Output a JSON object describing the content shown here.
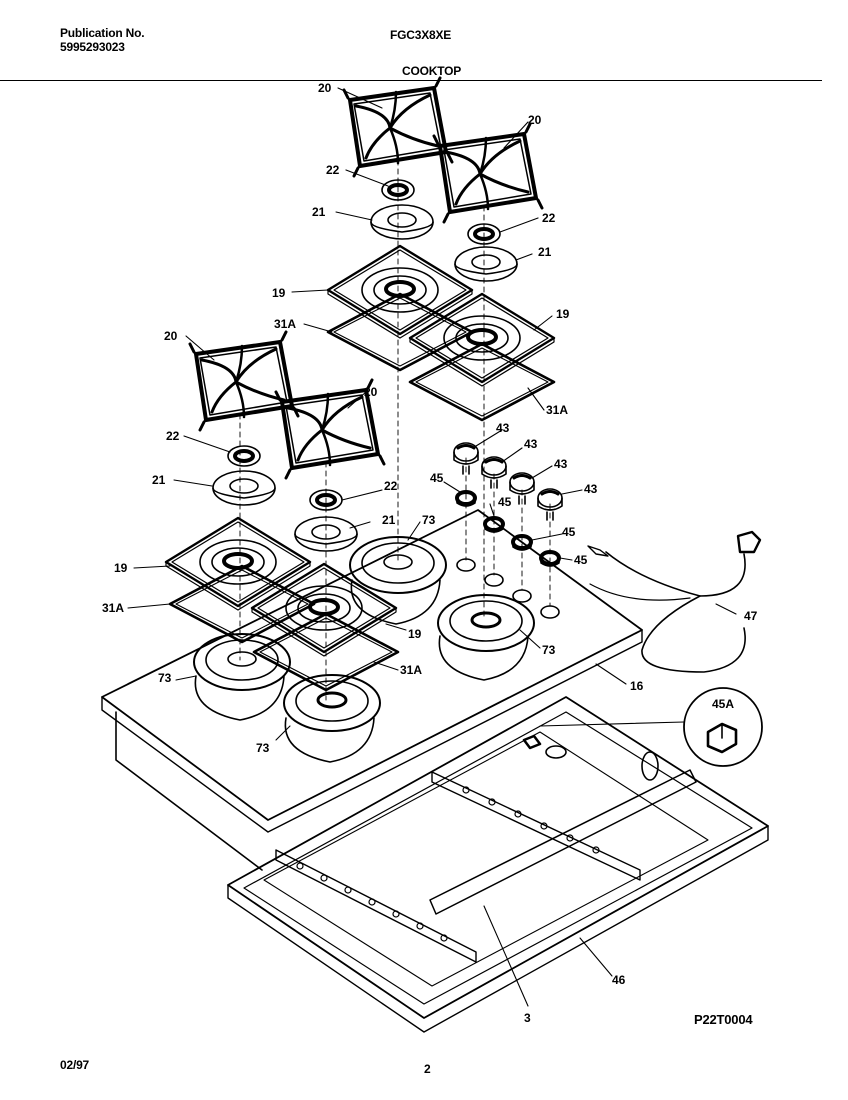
{
  "header": {
    "publication_label": "Publication No.",
    "publication_number": "5995293023",
    "model": "FGC3X8XE",
    "section": "COOKTOP"
  },
  "footer": {
    "date": "02/97",
    "page": "2",
    "figure_id": "P22T0004"
  },
  "callouts": [
    {
      "label": "20"
    },
    {
      "label": "20"
    },
    {
      "label": "22"
    },
    {
      "label": "22"
    },
    {
      "label": "21"
    },
    {
      "label": "21"
    },
    {
      "label": "19"
    },
    {
      "label": "19"
    },
    {
      "label": "31A"
    },
    {
      "label": "31A"
    },
    {
      "label": "20"
    },
    {
      "label": "20"
    },
    {
      "label": "22"
    },
    {
      "label": "22"
    },
    {
      "label": "21"
    },
    {
      "label": "21"
    },
    {
      "label": "19"
    },
    {
      "label": "19"
    },
    {
      "label": "31A"
    },
    {
      "label": "31A"
    },
    {
      "label": "43"
    },
    {
      "label": "43"
    },
    {
      "label": "43"
    },
    {
      "label": "43"
    },
    {
      "label": "45"
    },
    {
      "label": "45"
    },
    {
      "label": "45"
    },
    {
      "label": "45"
    },
    {
      "label": "73"
    },
    {
      "label": "73"
    },
    {
      "label": "73"
    },
    {
      "label": "73"
    },
    {
      "label": "16"
    },
    {
      "label": "47"
    },
    {
      "label": "45A"
    },
    {
      "label": "46"
    },
    {
      "label": "3"
    }
  ]
}
